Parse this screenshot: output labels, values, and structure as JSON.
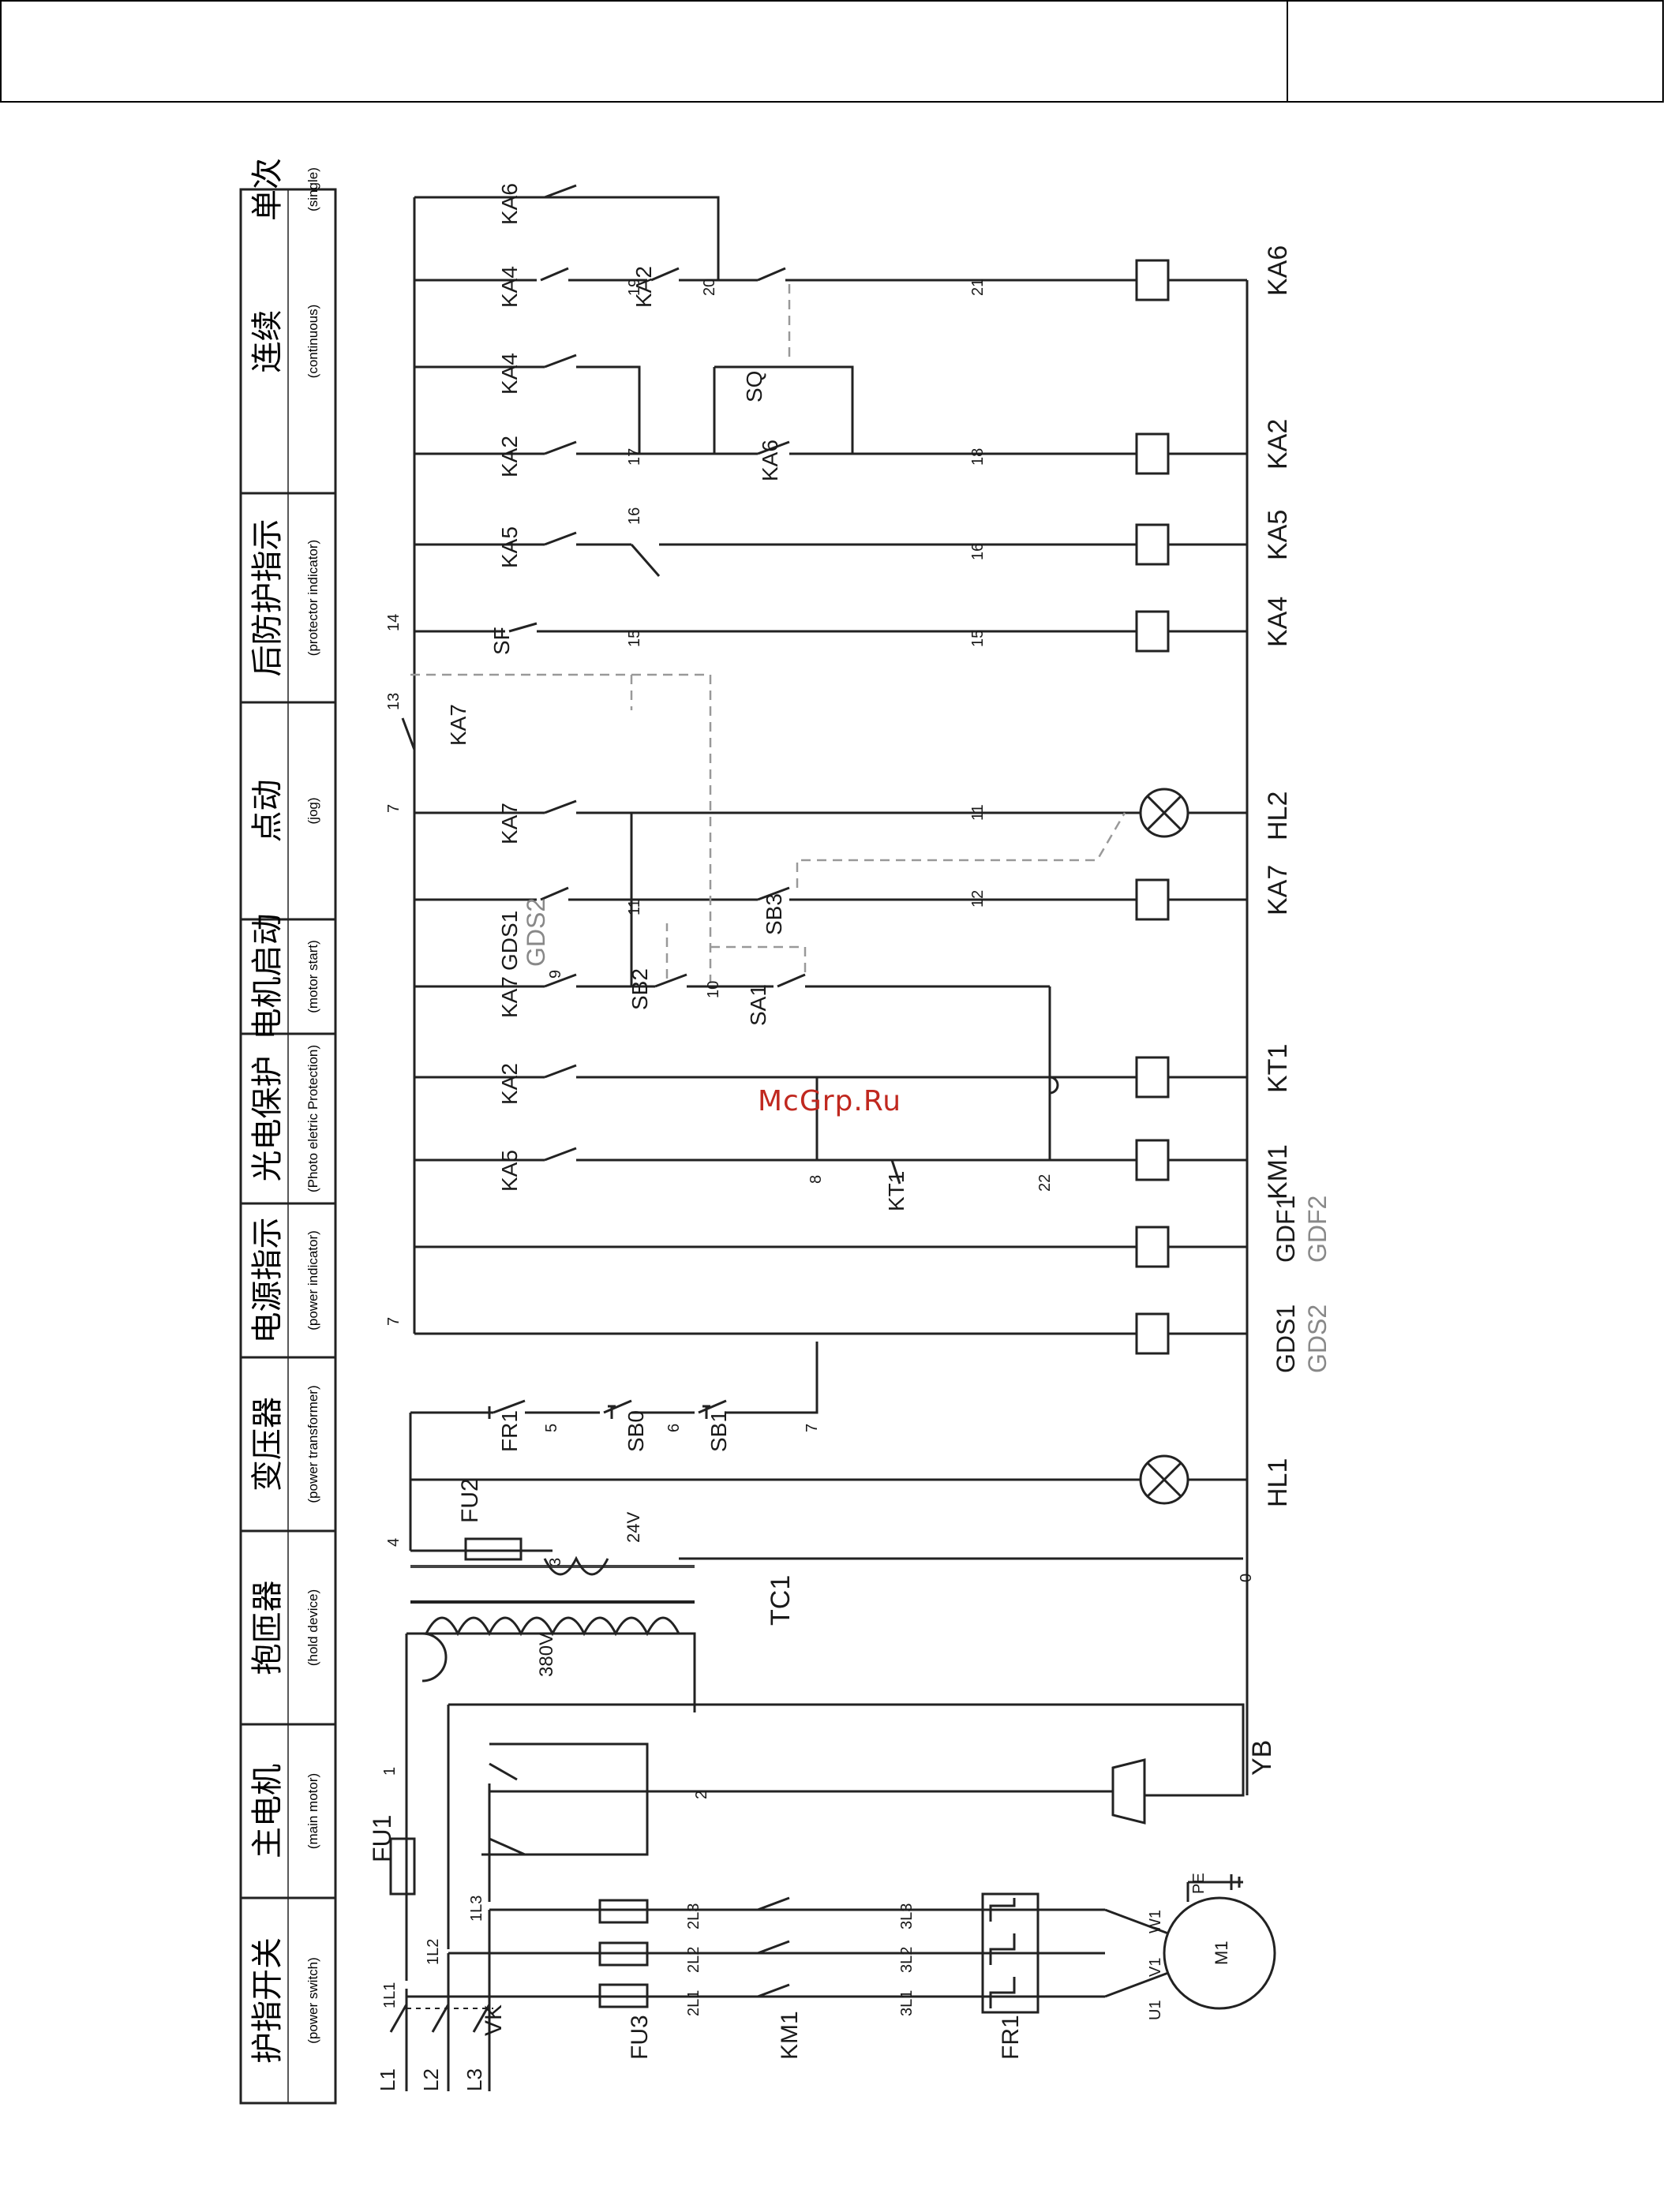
{
  "header": {
    "left_text": "",
    "right_text": ""
  },
  "watermark": "McGrp.Ru",
  "sections": [
    {
      "cn": "护指开关",
      "en": "(power switch)"
    },
    {
      "cn": "主电机",
      "en": "(main motor)"
    },
    {
      "cn": "抱匝器",
      "en": "(hold device)"
    },
    {
      "cn": "变压器",
      "en": "(power transformer)"
    },
    {
      "cn": "电源指示",
      "en": "(power indicator)"
    },
    {
      "cn": "光电保护",
      "en": "(Photo eletric Protection)"
    },
    {
      "cn": "电机启动",
      "en": "(motor start)"
    },
    {
      "cn": "点动",
      "en": "(jog)"
    },
    {
      "cn": "后防护指示",
      "en": "(protector indicator)"
    },
    {
      "cn": "连续",
      "en": "(continuous)"
    },
    {
      "cn": "单次",
      "en": "(single)"
    }
  ],
  "labels": {
    "L1": "L1",
    "L2": "L2",
    "L3": "L3",
    "VK": "VK",
    "FU1": "FU1",
    "FU2": "FU2",
    "FU3": "FU3",
    "KM1": "KM1",
    "FR1": "FR1",
    "M1": "M1",
    "PE": "PE",
    "YB": "YB",
    "TC1": "TC1",
    "v380": "380V",
    "v24": "24V",
    "HL1": "HL1",
    "HL2": "HL2",
    "SB0": "SB0",
    "SB1": "SB1",
    "SB2": "SB2",
    "SB3": "SB3",
    "SA1": "SA1",
    "KT1": "KT1",
    "KA2": "KA2",
    "KA4": "KA4",
    "KA5": "KA5",
    "KA6": "KA6",
    "KA7": "KA7",
    "GDS1": "GDS1",
    "GDS2": "GDS2",
    "GDF1": "GDF1",
    "GDF2": "GDF2",
    "SF": "SF",
    "SQ": "SQ",
    "n0": "0",
    "n1": "1",
    "n2": "2",
    "n3": "3",
    "n4": "4",
    "n5": "5",
    "n6": "6",
    "n7": "7",
    "n8": "8",
    "n9": "9",
    "n10": "10",
    "n11": "11",
    "n12": "12",
    "n13": "13",
    "n14": "14",
    "n15": "15",
    "n16": "16",
    "n17": "17",
    "n18": "18",
    "n19": "19",
    "n20": "20",
    "n21": "21",
    "n22": "22",
    "1L1": "1L1",
    "1L2": "1L2",
    "1L3": "1L3",
    "2L1": "2L1",
    "2L2": "2L2",
    "2L3": "2L3",
    "3L1": "3L1",
    "3L2": "3L2",
    "3L3": "3L3",
    "U1": "U1",
    "V1": "V1",
    "W1": "W1"
  }
}
